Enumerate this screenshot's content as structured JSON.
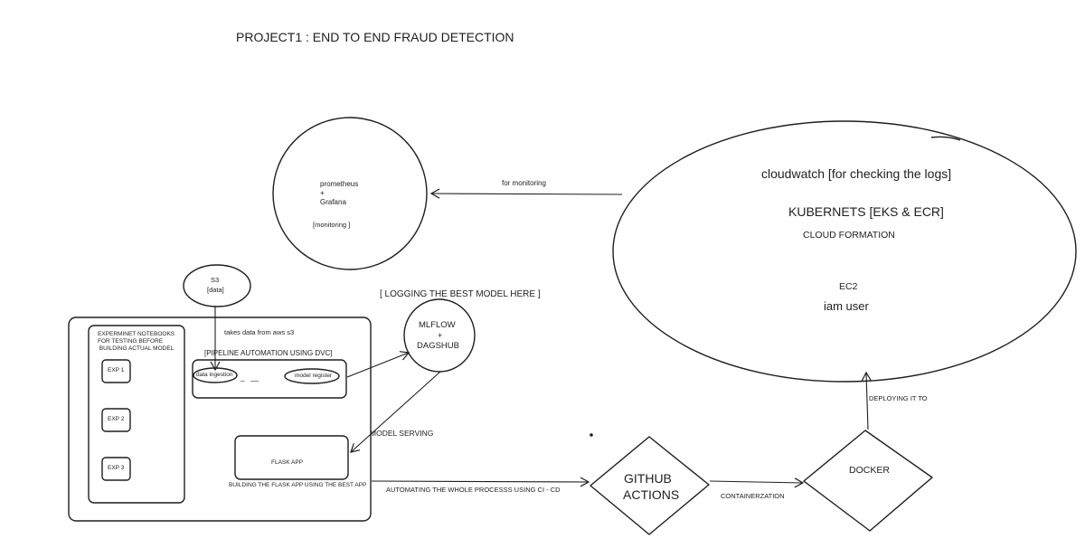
{
  "title": "PROJECT1 : END TO END FRAUD DETECTION",
  "monitoring": {
    "line1": "prometheus",
    "plus": "+",
    "line2": "Grafana",
    "note": "[monitoring ]"
  },
  "cloud": {
    "cloudwatch": "cloudwatch [for checking the logs]",
    "kubernetes": "KUBERNETS [EKS & ECR]",
    "cloudformation": "CLOUD FORMATION",
    "ec2": "EC2",
    "iam": "iam user"
  },
  "s3": {
    "line1": "S3",
    "line2": "[data]"
  },
  "mlflow": {
    "caption": "[ LOGGING THE BEST MODEL HERE ]",
    "line1": "MLFLOW",
    "plus": "+",
    "line2": "DAGSHUB"
  },
  "experiments": {
    "caption": "EXPERMINET NOTEBOOKS\nFOR TESTING BEFORE\n BUILDING ACTUAL MODEL",
    "items": [
      "EXP 1",
      "EXP 2",
      "EXP 3"
    ]
  },
  "pipeline": {
    "caption": "[PIPELINE AUTOMATION USING DVC]",
    "stage1": "data ingestion",
    "dash": "_   __",
    "stage2": "model register"
  },
  "flask": {
    "label": "FLASK APP",
    "caption": "BUILDING THE FLASK APP USING THE BEST APP"
  },
  "github": {
    "line1": "GITHUB",
    "line2": "ACTIONS"
  },
  "docker": {
    "label": "DOCKER"
  },
  "edges": {
    "for_monitoring": "for monitoring",
    "takes_data": "takes data from aws s3",
    "model_serving": "MODEL SERVING",
    "cicd": "AUTOMATING THE WHOLE PROCESSS USING CI - CD",
    "containerization": "CONTAINERZATION",
    "deploying": "DEPLOYING IT TO"
  }
}
